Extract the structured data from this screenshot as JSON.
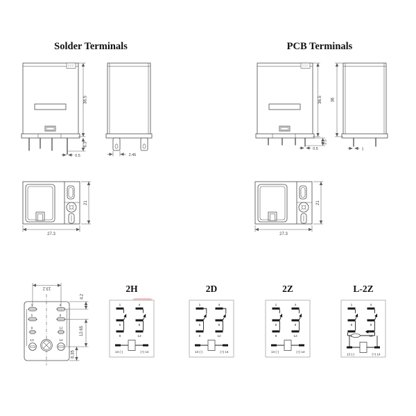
{
  "solder": {
    "title": "Solder Terminals",
    "front": {
      "height": "36.5",
      "pin_length": "6.3",
      "pin_width": "0.5"
    },
    "side": {
      "lug_dim": "2.45"
    }
  },
  "pcb": {
    "title": "PCB Terminals",
    "front": {
      "height": "36.5",
      "pin_length": "3.5",
      "pin_width": "0.5"
    },
    "side": {
      "height": "36",
      "pin_width": "1"
    }
  },
  "bottom_views": {
    "left": {
      "width": "27.3",
      "height": "21"
    },
    "right": {
      "width": "27.3",
      "height": "21"
    }
  },
  "terminal_layout": {
    "dims": {
      "width": "13.2",
      "row_offset": "4.2",
      "coil_offset": "12.65",
      "bottom_offset": "6.35"
    },
    "pins": {
      "p1": "1",
      "p4": "4",
      "p5": "5",
      "p8": "8",
      "p9": "9",
      "p12": "12",
      "p13": "13",
      "p14": "14"
    }
  },
  "diagrams": [
    {
      "title": "2H",
      "t1": "1",
      "t2": "4",
      "m1": "5",
      "m2": "8",
      "b1": "9",
      "b2": "12",
      "coil_l": "13 (-)",
      "coil_r": "(+) 14"
    },
    {
      "title": "2D",
      "t1": "1",
      "t2": "4",
      "m1": "5",
      "m2": "8",
      "b1": "9",
      "b2": "12",
      "coil_l": "13 (-)",
      "coil_r": "(+) 14"
    },
    {
      "title": "2Z",
      "t1": "1",
      "t2": "4",
      "m1": "5",
      "m2": "8",
      "b1": "9",
      "b2": "12",
      "coil_l": "13 (-)",
      "coil_r": "(+) 14"
    },
    {
      "title": "L-2Z",
      "t1": "1",
      "t2": "4",
      "m1": "5",
      "m2": "8",
      "b1": "9",
      "b2": "12",
      "coil_l": "13 (-)",
      "coil_r": "(+) 14"
    }
  ],
  "colors": {
    "highlight": "#f2c6c6",
    "line": "#4a4a4a"
  }
}
